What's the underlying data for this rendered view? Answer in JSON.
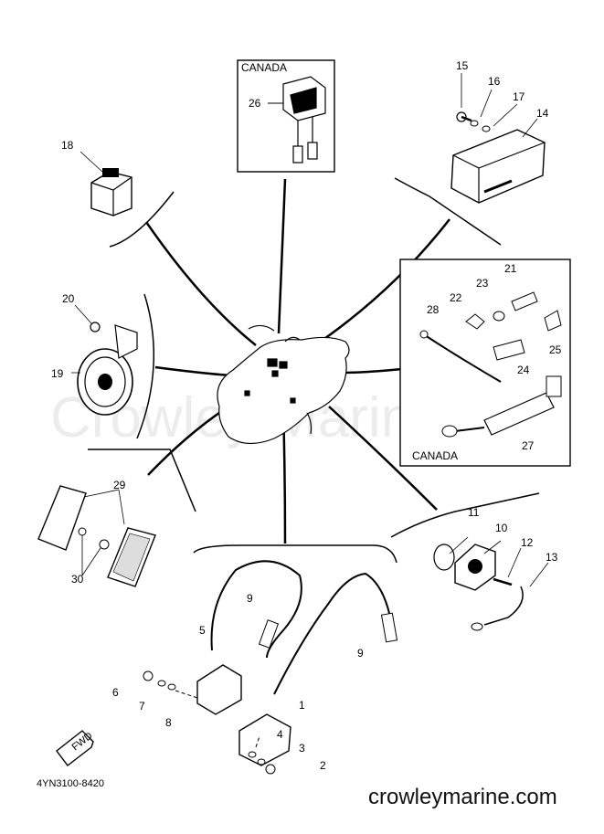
{
  "diagram": {
    "callouts": {
      "c1": "1",
      "c2": "2",
      "c3": "3",
      "c4": "4",
      "c5": "5",
      "c6": "6",
      "c7": "7",
      "c8": "8",
      "c9a": "9",
      "c9b": "9",
      "c10": "10",
      "c11": "11",
      "c12": "12",
      "c13": "13",
      "c14": "14",
      "c15": "15",
      "c16": "16",
      "c17": "17",
      "c18": "18",
      "c19": "19",
      "c20": "20",
      "c21": "21",
      "c22": "22",
      "c23": "23",
      "c24": "24",
      "c25": "25",
      "c26": "26",
      "c27": "27",
      "c28": "28",
      "c29": "29",
      "c30": "30"
    },
    "box_top_title": "CANADA",
    "box_right_title": "CANADA",
    "fwd_label": "FWD",
    "part_code": "4YN3100-8420"
  },
  "watermark": "Crowley Marine",
  "footer": {
    "site": "crowleymarine.com"
  }
}
